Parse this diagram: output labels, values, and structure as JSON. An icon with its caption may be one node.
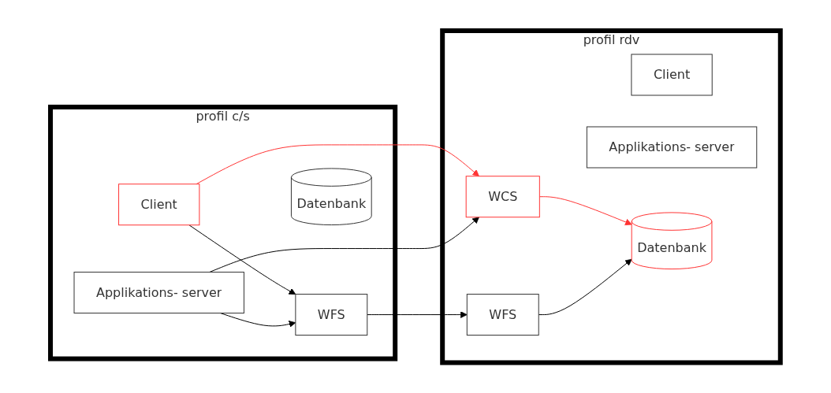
{
  "diagram": {
    "nodes": [
      {
        "text": [
          "profil c/s"
        ]
      },
      {
        "text": [
          "Client"
        ],
        "in": 0
      },
      {
        "text": [
          "Applikations- server"
        ],
        "in": 0
      },
      {
        "text": [
          "WFS"
        ],
        "in": 0
      },
      {
        "text": [
          "Datenbank"
        ],
        "in": 0
      },
      {
        "text": [
          "profil rdv"
        ]
      },
      {
        "text": [
          "Client"
        ],
        "in": 5
      },
      {
        "text": [
          "WCS"
        ],
        "in": 5
      },
      {
        "text": [
          "Applikations- server"
        ],
        "in": 5
      },
      {
        "text": [
          "WFS"
        ],
        "in": 5
      },
      {
        "text": [
          "Datenbank"
        ],
        "in": 5
      }
    ],
    "edges": [
      {
        "from": 1,
        "to": 3,
        "arrow": "to"
      },
      {
        "from": 1,
        "to": 7,
        "arrow": "to",
        "color": "#ff3333"
      },
      {
        "from": 2,
        "to": 7,
        "arrow": "to"
      },
      {
        "from": 2,
        "to": 3,
        "arrow": "to"
      },
      {
        "from": 3,
        "to": 9,
        "arrow": "to"
      },
      {
        "from": 7,
        "to": 10,
        "arrow": "to",
        "color": "#ff3333"
      },
      {
        "from": 9,
        "to": 10,
        "arrow": "to"
      }
    ]
  }
}
